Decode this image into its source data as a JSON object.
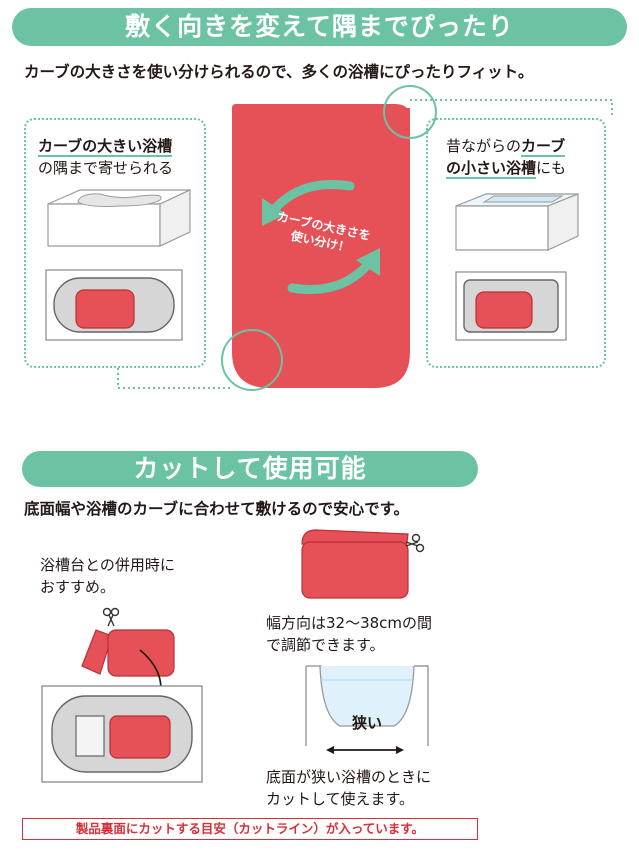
{
  "section1": {
    "banner": "敷く向きを変えて隅までぴったり",
    "lead": "カーブの大きさを使い分けられるので、多くの浴槽にぴったりフィット。",
    "left_caption": {
      "line1_bold": "カーブの大きい浴槽",
      "line2": "の隅まで寄せられる"
    },
    "right_caption": {
      "line1_pre": "昔ながらの",
      "line1_bold": "カーブ",
      "line2_bold": "の小さい浴槽",
      "line2_post": "にも"
    },
    "mat_text": {
      "line1": "カーブの大きさを",
      "line2": "使い分け！"
    }
  },
  "section2": {
    "banner": "カットして使用可能",
    "lead": "底面幅や浴槽のカーブに合わせて敷けるので安心です。",
    "left_caption": [
      "浴槽台との併用時に",
      "おすすめ。"
    ],
    "width_caption": [
      "幅方向は32〜38cmの間",
      "で調節できます。"
    ],
    "narrow_label": "狭い",
    "bottom_caption": [
      "底面が狭い浴槽のときに",
      "カットして使えます。"
    ],
    "footer_note": "製品裏面にカットする目安（カットライン）が入っています。"
  },
  "colors": {
    "accent_green": "#6cc3a4",
    "mat_red": "#e65158",
    "note_red": "#d6303a"
  }
}
